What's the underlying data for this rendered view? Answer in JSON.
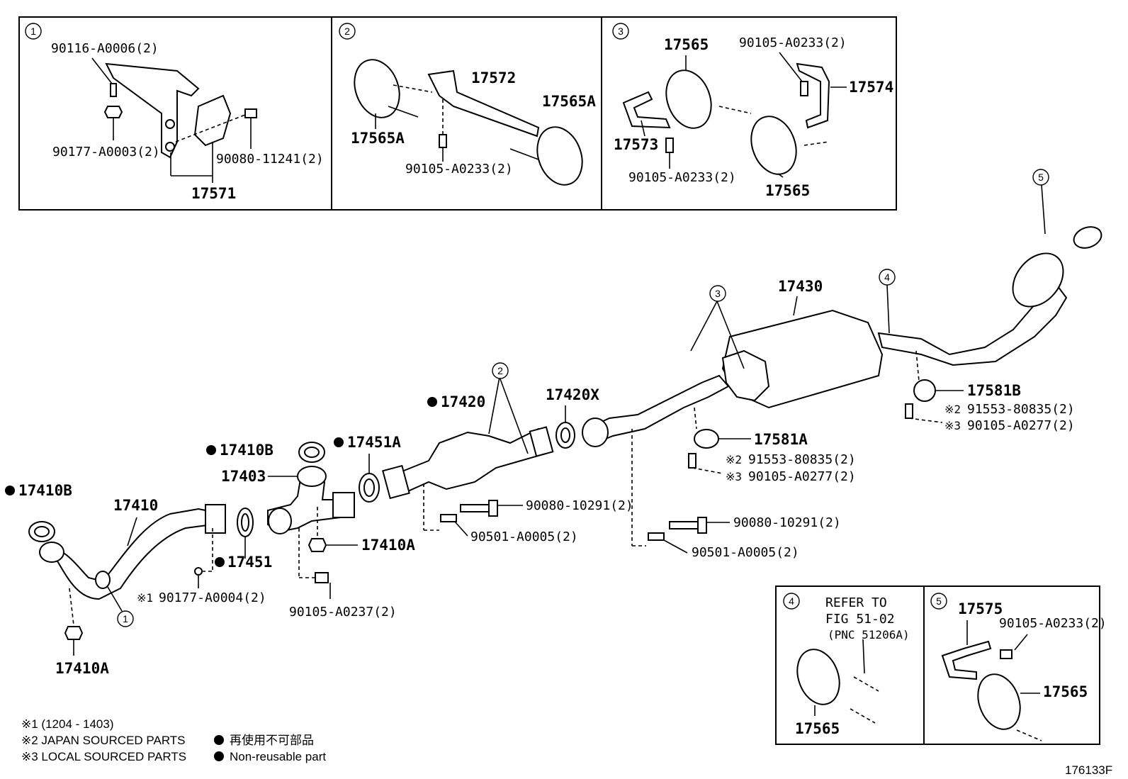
{
  "figure_code": "176133F",
  "panels": {
    "p1": {
      "ref": "1",
      "labels": {
        "bolt": "90116-A0006(2)",
        "nut": "90177-A0003(2)",
        "bolt2": "90080-11241(2)",
        "bracket": "17571"
      }
    },
    "p2": {
      "ref": "2",
      "labels": {
        "bracket": "17572",
        "hanger_left": "17565A",
        "hanger_right": "17565A",
        "bolt": "90105-A0233(2)"
      }
    },
    "p3": {
      "ref": "3",
      "labels": {
        "hanger_top": "17565",
        "bolt_top": "90105-A0233(2)",
        "bracket_right": "17574",
        "bracket_left": "17573",
        "bolt_bottom": "90105-A0233(2)",
        "hanger_bottom": "17565"
      }
    },
    "p4": {
      "ref": "4",
      "refer_line1": "REFER TO",
      "refer_line2": "FIG 51-02",
      "refer_line3": "(PNC 51206A)",
      "hanger": "17565"
    },
    "p5": {
      "ref": "5",
      "bracket": "17575",
      "bolt": "90105-A0233(2)",
      "hanger": "17565"
    }
  },
  "main": {
    "gasket_17410B_left": "17410B",
    "pipe_17410": "17410",
    "nut_17410A_bottom": "17410A",
    "gasket_17451": "17451",
    "nut_90177": "90177-A0004(2)",
    "note_mark_1": "※1",
    "gasket_17410B_mid": "17410B",
    "flange_17403": "17403",
    "nut_17410A_mid": "17410A",
    "bolt_90105_A0237": "90105-A0237(2)",
    "gasket_17451A": "17451A",
    "converter_17420": "17420",
    "gasket_17420X": "17420X",
    "bolt_90080_a": "90080-10291(2)",
    "spring_90501_a": "90501-A0005(2)",
    "bolt_90080_b": "90080-10291(2)",
    "spring_90501_b": "90501-A0005(2)",
    "muffler_17430": "17430",
    "mount_17581A": "17581A",
    "clip_17581A_j": "91553-80835(2)",
    "bolt_17581A_l": "90105-A0277(2)",
    "mount_17581B": "17581B",
    "clip_17581B_j": "91553-80835(2)",
    "bolt_17581B_l": "90105-A0277(2)",
    "mark2": "※2",
    "mark3": "※3",
    "ref1": "1",
    "ref2": "2",
    "ref3": "3",
    "ref4": "4",
    "ref5": "5"
  },
  "legend": {
    "line1": "※1 (1204 - 1403)",
    "line2": "※2 JAPAN SOURCED PARTS",
    "line3": "※3 LOCAL SOURCED PARTS",
    "jp_text": "再使用不可部品",
    "en_text": "Non-reusable part"
  }
}
